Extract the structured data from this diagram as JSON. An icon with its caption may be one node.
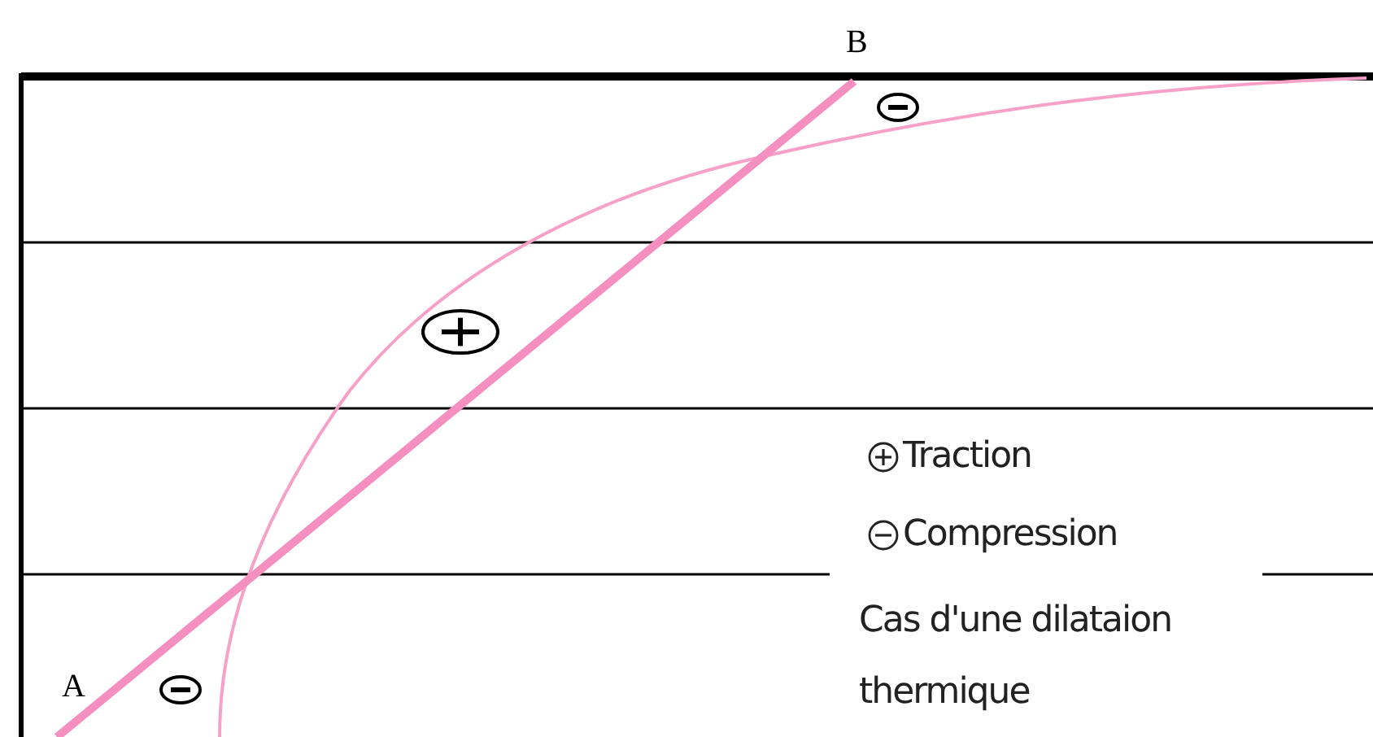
{
  "diagram": {
    "labels": [
      "B",
      "A",
      "Cas d'une dilataion thermique"
    ],
    "legend": [
      {
        "text": "Traction"
      },
      {
        "text": "Compression"
      }
    ]
  }
}
